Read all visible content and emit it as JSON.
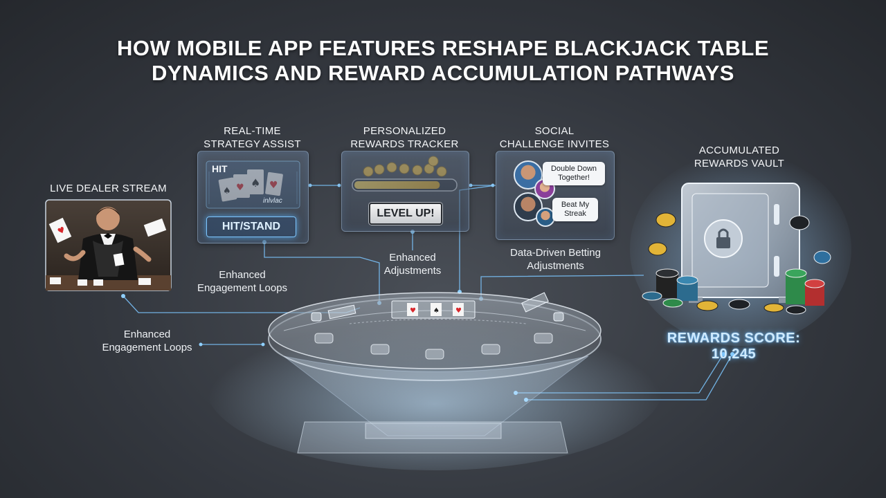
{
  "title": {
    "line1": "HOW MOBILE APP FEATURES RESHAPE BLACKJACK TABLE",
    "line2": "DYNAMICS AND REWARD ACCUMULATION PATHWAYS"
  },
  "panels": {
    "live_dealer": {
      "label": "LIVE DEALER STREAM"
    },
    "strategy": {
      "label_line1": "REAL-TIME",
      "label_line2": "STRATEGY ASSIST",
      "hit_text": "HIT",
      "small_text": "inlvlac",
      "button_label": "HIT/STAND"
    },
    "rewards_tracker": {
      "label_line1": "PERSONALIZED",
      "label_line2": "REWARDS TRACKER",
      "progress": 0.85,
      "button_label": "LEVEL UP!"
    },
    "social": {
      "label_line1": "SOCIAL",
      "label_line2": "CHALLENGE INVITES",
      "bubble1_line1": "Double Down",
      "bubble1_line2": "Together!",
      "bubble2_line1": "Beat My",
      "bubble2_line2": "Streak"
    },
    "vault": {
      "label_line1": "ACCUMULATED",
      "label_line2": "REWARDS VAULT"
    }
  },
  "notes": {
    "engagement_1_line1": "Enhanced",
    "engagement_1_line2": "Engagement Loops",
    "engagement_2_line1": "Enhanced",
    "engagement_2_line2": "Engagement Loops",
    "adjustments_line1": "Enhanced",
    "adjustments_line2": "Adjustments",
    "betting_line1": "Data-Driven Betting",
    "betting_line2": "Adjustments"
  },
  "rewards_score": "REWARDS SCORE: 10,245",
  "colors": {
    "accent_blue": "#6fc3ff",
    "gold": "#e2b437",
    "card_red": "#d8262b"
  }
}
